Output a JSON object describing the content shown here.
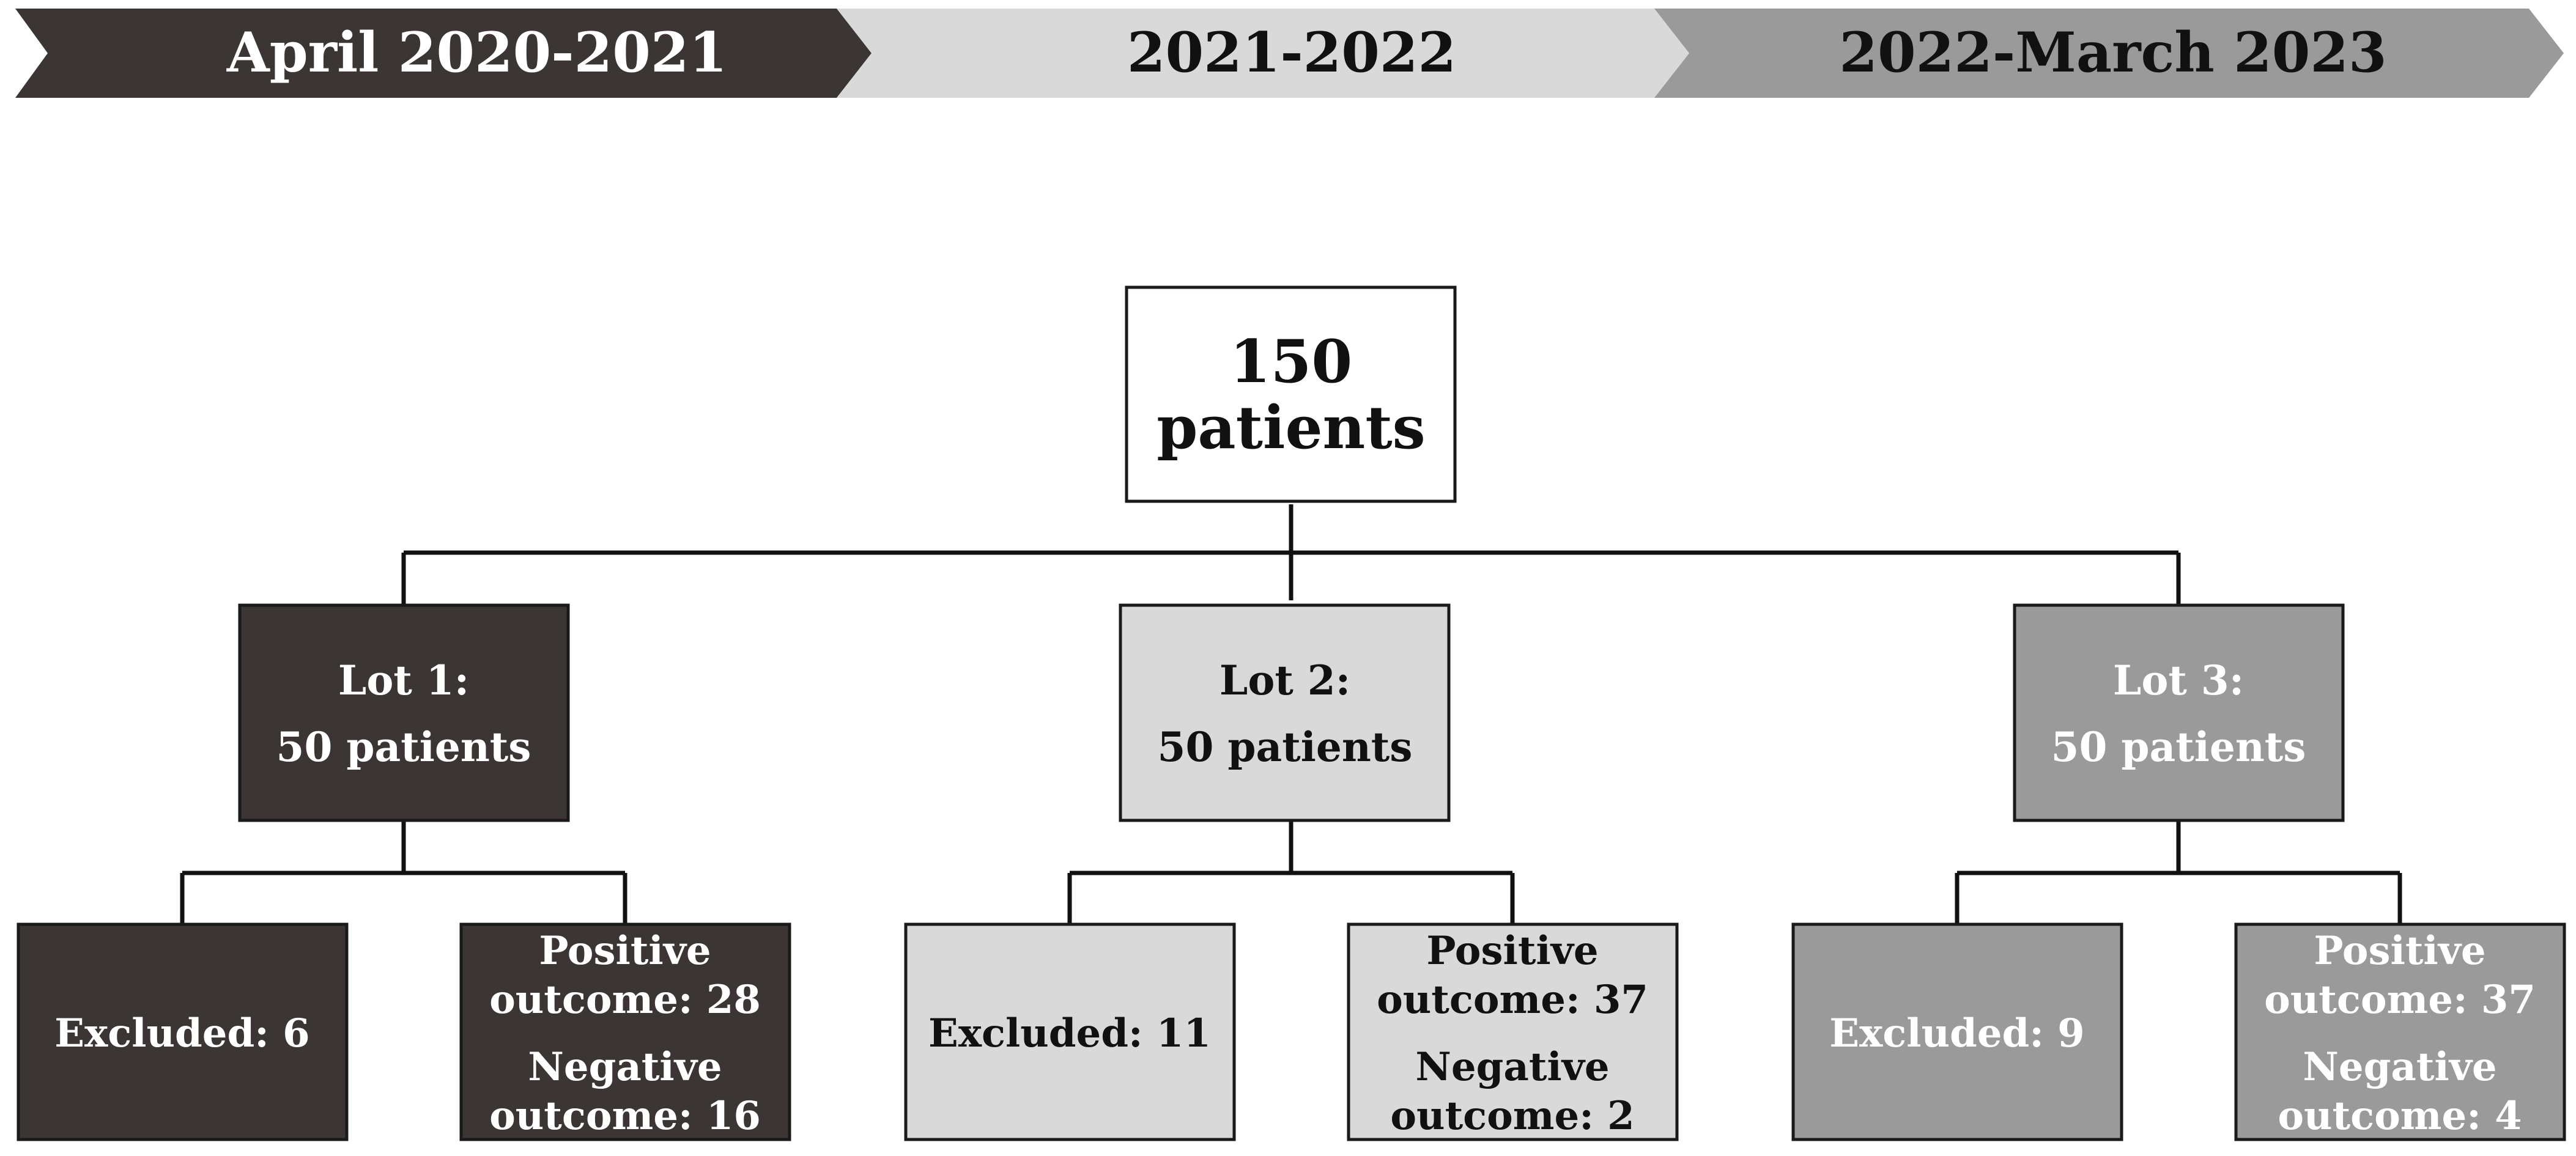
{
  "timeline": [
    {
      "label": "April 2020-2021",
      "fill": "#3b3634",
      "text_color": "#ffffff"
    },
    {
      "label": "2021-2022",
      "fill": "#d9d9d9",
      "text_color": "#111111"
    },
    {
      "label": "2022-March 2023",
      "fill": "#9a9a9a",
      "text_color": "#111111"
    }
  ],
  "root": {
    "line1": "150",
    "line2": "patients"
  },
  "lots": [
    {
      "title": "Lot 1:",
      "count": "50 patients",
      "fill": "#3b3634",
      "text_color": "#ffffff",
      "excluded": "Excluded: 6",
      "outcomes": [
        "Positive",
        "outcome: 28",
        "Negative",
        "outcome: 16"
      ]
    },
    {
      "title": "Lot 2:",
      "count": "50 patients",
      "fill": "#d9d9d9",
      "text_color": "#111111",
      "excluded": "Excluded: 11",
      "outcomes": [
        "Positive",
        "outcome: 37",
        "Negative",
        "outcome: 2"
      ]
    },
    {
      "title": "Lot 3:",
      "count": "50 patients",
      "fill": "#9a9a9a",
      "text_color": "#ffffff",
      "excluded": "Excluded: 9",
      "outcomes": [
        "Positive",
        "outcome: 37",
        "Negative",
        "outcome: 4"
      ]
    }
  ]
}
